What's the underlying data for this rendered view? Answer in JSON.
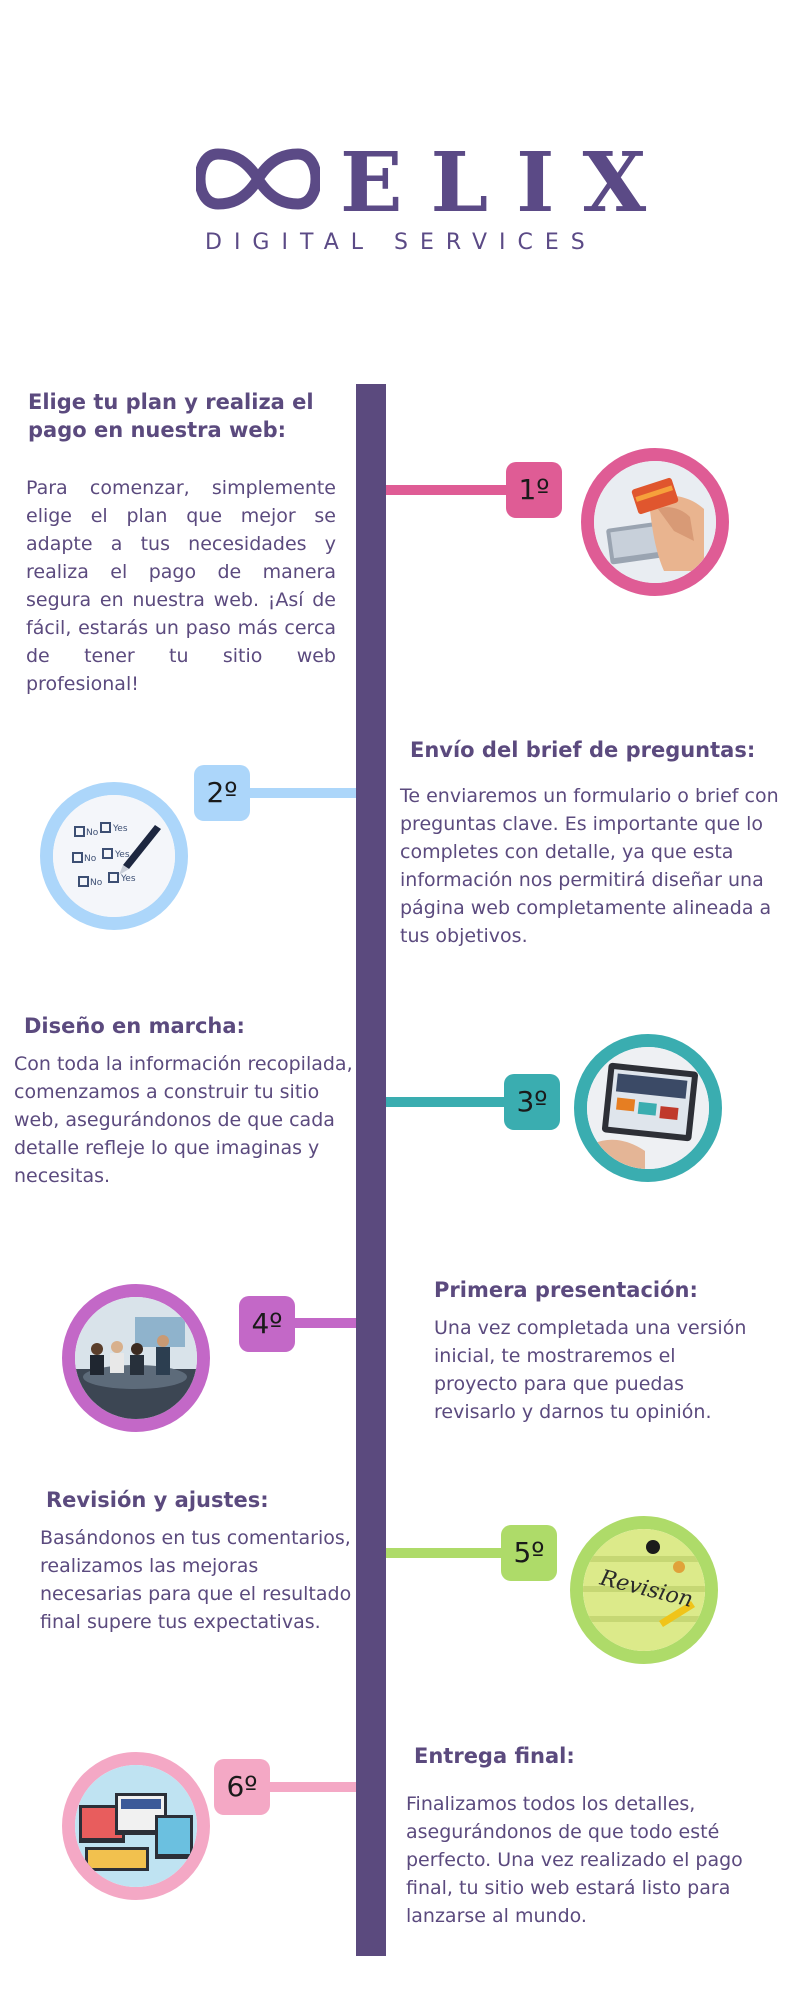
{
  "logo": {
    "brand": "ELIX",
    "tagline": "DIGITAL SERVICES",
    "brand_color": "#5b4a86"
  },
  "colors": {
    "timeline": "#5b4a7e",
    "text": "#5b4a7e",
    "step1": "#df5c95",
    "step2": "#acd6fa",
    "step3": "#3aadb0",
    "step4": "#c368c7",
    "step5": "#aedb69",
    "step6": "#f4a8c5"
  },
  "steps": [
    {
      "number": "1º",
      "title": "Elige tu plan y realiza el pago en nuestra web:",
      "body": "Para comenzar, simplemente elige el plan que mejor se adapte a tus necesidades y realiza el pago de manera segura en nuestra web. ¡Así de fácil, estarás un paso más cerca de tener tu sitio web profesional!",
      "photo_icon": "online-payment-icon"
    },
    {
      "number": "2º",
      "title": "Envío del brief de preguntas:",
      "body": "Te enviaremos un formulario o brief con preguntas clave. Es importante que lo completes con detalle, ya que esta información nos permitirá diseñar una página web completamente alineada a tus objetivos.",
      "photo_icon": "questionnaire-icon"
    },
    {
      "number": "3º",
      "title": "Diseño en marcha:",
      "body": " Con toda la información recopilada, comenzamos a construir tu sitio web, asegurándonos de que cada detalle refleje lo que imaginas y necesitas.",
      "photo_icon": "web-design-icon"
    },
    {
      "number": "4º",
      "title": "Primera presentación:",
      "body": "Una vez completada una versión inicial, te mostraremos el proyecto para que puedas revisarlo y darnos tu opinión.",
      "photo_icon": "meeting-presentation-icon"
    },
    {
      "number": "5º",
      "title": "Revisión y ajustes:",
      "body": "Basándonos en tus comentarios, realizamos las mejoras necesarias para que el resultado final supere tus expectativas.",
      "photo_icon": "revision-note-icon",
      "photo_text": "Revision"
    },
    {
      "number": "6º",
      "title": "Entrega final:",
      "body": " Finalizamos todos los detalles, asegurándonos de que todo esté perfecto. Una vez realizado el pago final, tu sitio web estará listo para lanzarse al mundo.",
      "photo_icon": "devices-website-icon"
    }
  ]
}
